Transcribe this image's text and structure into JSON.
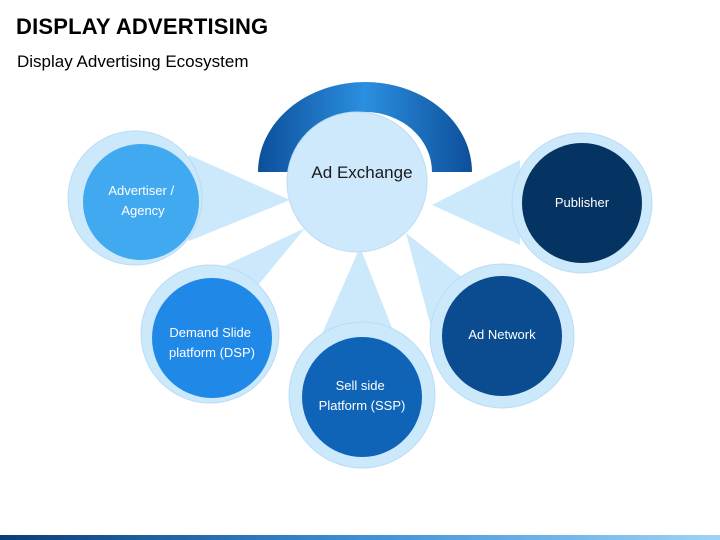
{
  "header": {
    "title": "DISPLAY ADVERTISING",
    "subtitle": "Display Advertising Ecosystem"
  },
  "diagram": {
    "center": {
      "label": "Ad Exchange"
    },
    "nodes": [
      {
        "id": "advertiser",
        "lines": [
          "Advertiser /",
          "Agency"
        ]
      },
      {
        "id": "dsp",
        "lines": [
          "Demand Slide",
          "platform (DSP)"
        ]
      },
      {
        "id": "ssp",
        "lines": [
          "Sell side",
          "Platform (SSP)"
        ]
      },
      {
        "id": "ad-network",
        "lines": [
          "Ad Network"
        ]
      },
      {
        "id": "publisher",
        "lines": [
          "Publisher"
        ]
      }
    ]
  },
  "colors": {
    "halo": "#cce8fb",
    "halo_edge": "#b9dcf5",
    "center_fill": "#cfe9fc",
    "arc_dark": "#0d4f9a",
    "arc_light": "#2b8fe0",
    "advertiser": "#41a9f0",
    "dsp": "#2089e8",
    "ssp": "#1064b8",
    "ad_network": "#0a4c8f",
    "publisher": "#063462",
    "bar_dark": "#0a3d78",
    "bar_light": "#5cb4f0"
  }
}
